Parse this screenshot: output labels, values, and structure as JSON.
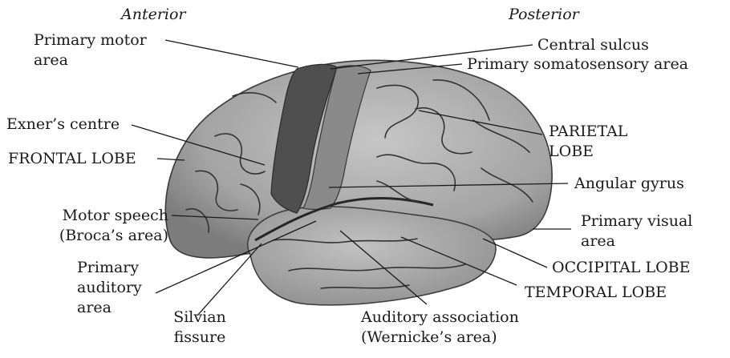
{
  "orientation": {
    "anterior": "Anterior",
    "posterior": "Posterior"
  },
  "labels": {
    "primary_motor_area": [
      "Primary motor",
      "area"
    ],
    "central_sulcus": "Central sulcus",
    "primary_somatosensory_area": "Primary somatosensory area",
    "exners_centre": "Exner’s centre",
    "parietal_lobe": [
      "PARIETAL",
      "LOBE"
    ],
    "frontal_lobe": "FRONTAL LOBE",
    "angular_gyrus": "Angular gyrus",
    "motor_speech": [
      "Motor speech",
      "(Broca’s area)"
    ],
    "primary_visual_area": [
      "Primary visual",
      "area"
    ],
    "primary_auditory_area": [
      "Primary",
      "auditory",
      "area"
    ],
    "occipital_lobe": "OCCIPITAL LOBE",
    "temporal_lobe": "TEMPORAL LOBE",
    "silvian_fissure": [
      "Silvian",
      "fissure"
    ],
    "auditory_association": [
      "Auditory association",
      "(Wernicke’s area)"
    ]
  },
  "colors": {
    "ink": "#1a1a1a",
    "cortex": "#a6a6a6",
    "cortex_light": "#bdbdbd",
    "motor_strip": "#4e4e4e",
    "somatosensory_strip": "#8a8a8a",
    "temporal": "#b3b3b3",
    "sulcus": "#2e2e2e"
  }
}
